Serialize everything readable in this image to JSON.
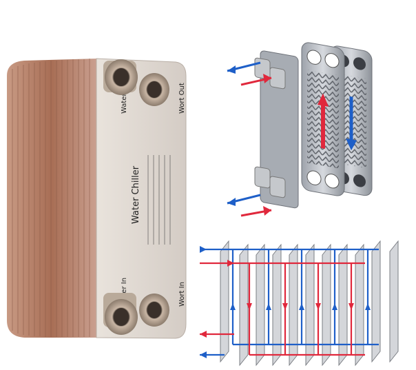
{
  "photo": {
    "label": {
      "title": "Water Chiller",
      "water_in": "Water In",
      "water_out": "Water Out",
      "wort_in": "Wort In",
      "wort_out": "Wort Out"
    }
  },
  "colors": {
    "hot": "#e0283c",
    "cold": "#1e5fc8",
    "copper": "#b57a5e",
    "steel": "#c9ccd2"
  }
}
